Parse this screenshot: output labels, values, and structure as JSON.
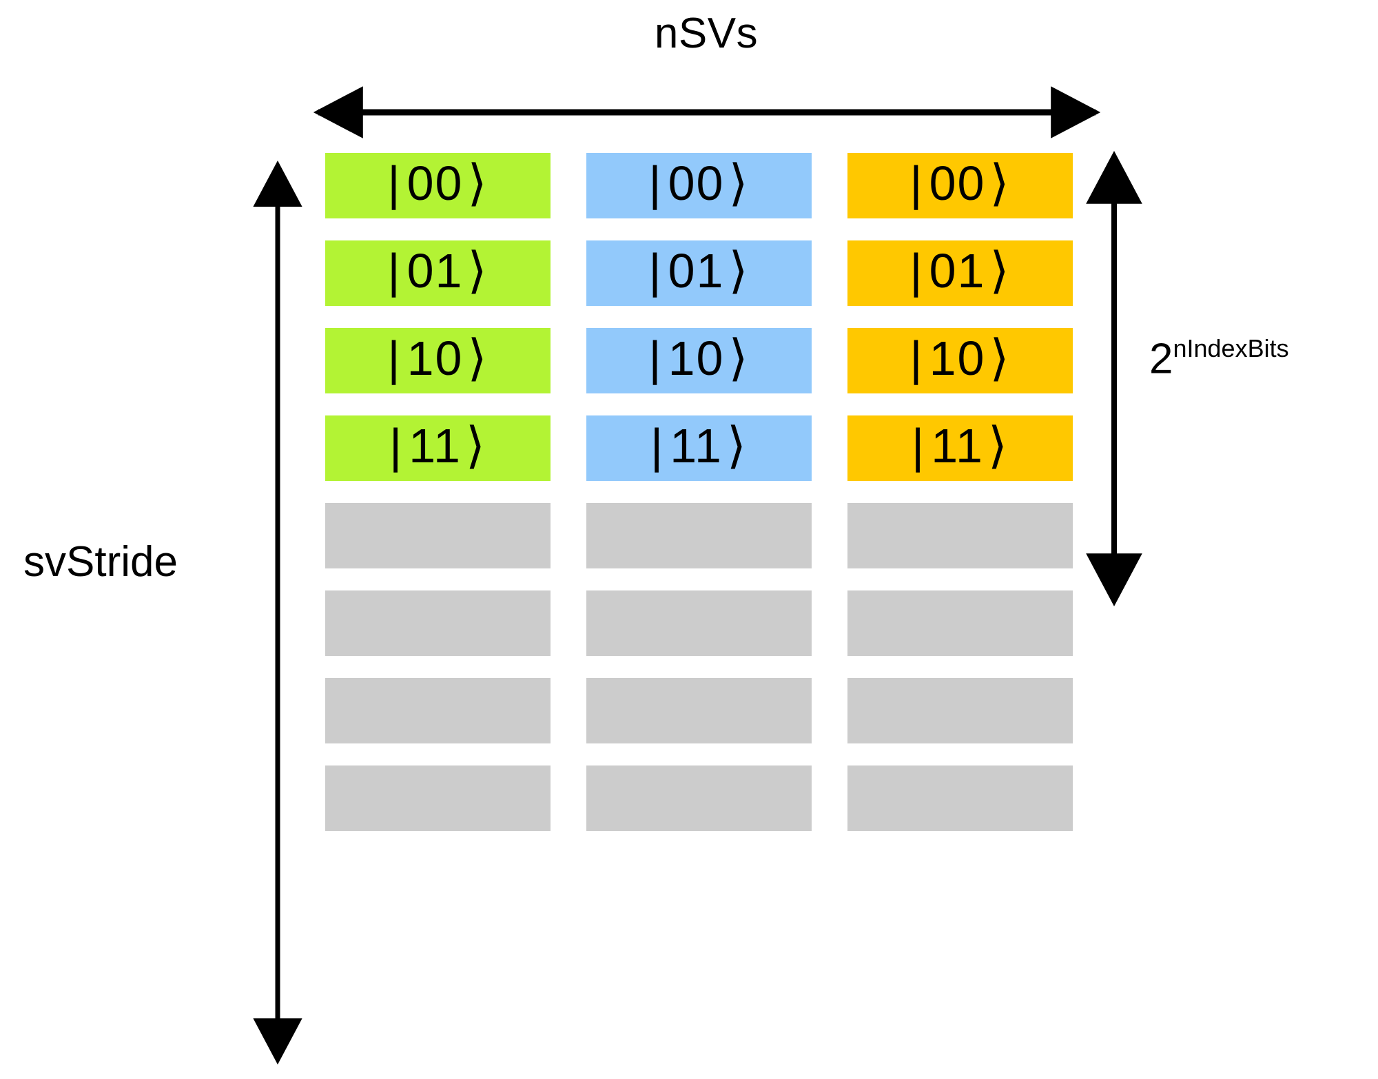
{
  "diagram": {
    "top_label": "nSVs",
    "left_label": "svStride",
    "right_label_base": "2",
    "right_label_exponent": "nIndexBits",
    "colors": {
      "column_0": "#B3F334",
      "column_1": "#92C9FB",
      "column_2": "#FFC800",
      "empty": "#CCCCCC",
      "background": "#FFFFFF",
      "stroke": "#000000"
    },
    "columns": [
      {
        "name": "state-vector-0",
        "color": "#B3F334"
      },
      {
        "name": "state-vector-1",
        "color": "#92C9FB"
      },
      {
        "name": "state-vector-2",
        "color": "#FFC800"
      }
    ],
    "rows": [
      {
        "index": 0,
        "label_bar": "|",
        "label_digits": "00",
        "label_angle": "⟩",
        "filled": true
      },
      {
        "index": 1,
        "label_bar": "|",
        "label_digits": "01",
        "label_angle": "⟩",
        "filled": true
      },
      {
        "index": 2,
        "label_bar": "|",
        "label_digits": "10",
        "label_angle": "⟩",
        "filled": true
      },
      {
        "index": 3,
        "label_bar": "|",
        "label_digits": "11",
        "label_angle": "⟩",
        "filled": true
      },
      {
        "index": 4,
        "label_bar": "",
        "label_digits": "",
        "label_angle": "",
        "filled": false
      },
      {
        "index": 5,
        "label_bar": "",
        "label_digits": "",
        "label_angle": "",
        "filled": false
      },
      {
        "index": 6,
        "label_bar": "",
        "label_digits": "",
        "label_angle": "",
        "filled": false
      },
      {
        "index": 7,
        "label_bar": "",
        "label_digits": "",
        "label_angle": "",
        "filled": false
      }
    ],
    "arrows": {
      "nsvs_arrow": "horizontal-double-arrow",
      "svstride_arrow": "vertical-double-arrow",
      "indexbits_arrow": "vertical-double-arrow"
    }
  }
}
